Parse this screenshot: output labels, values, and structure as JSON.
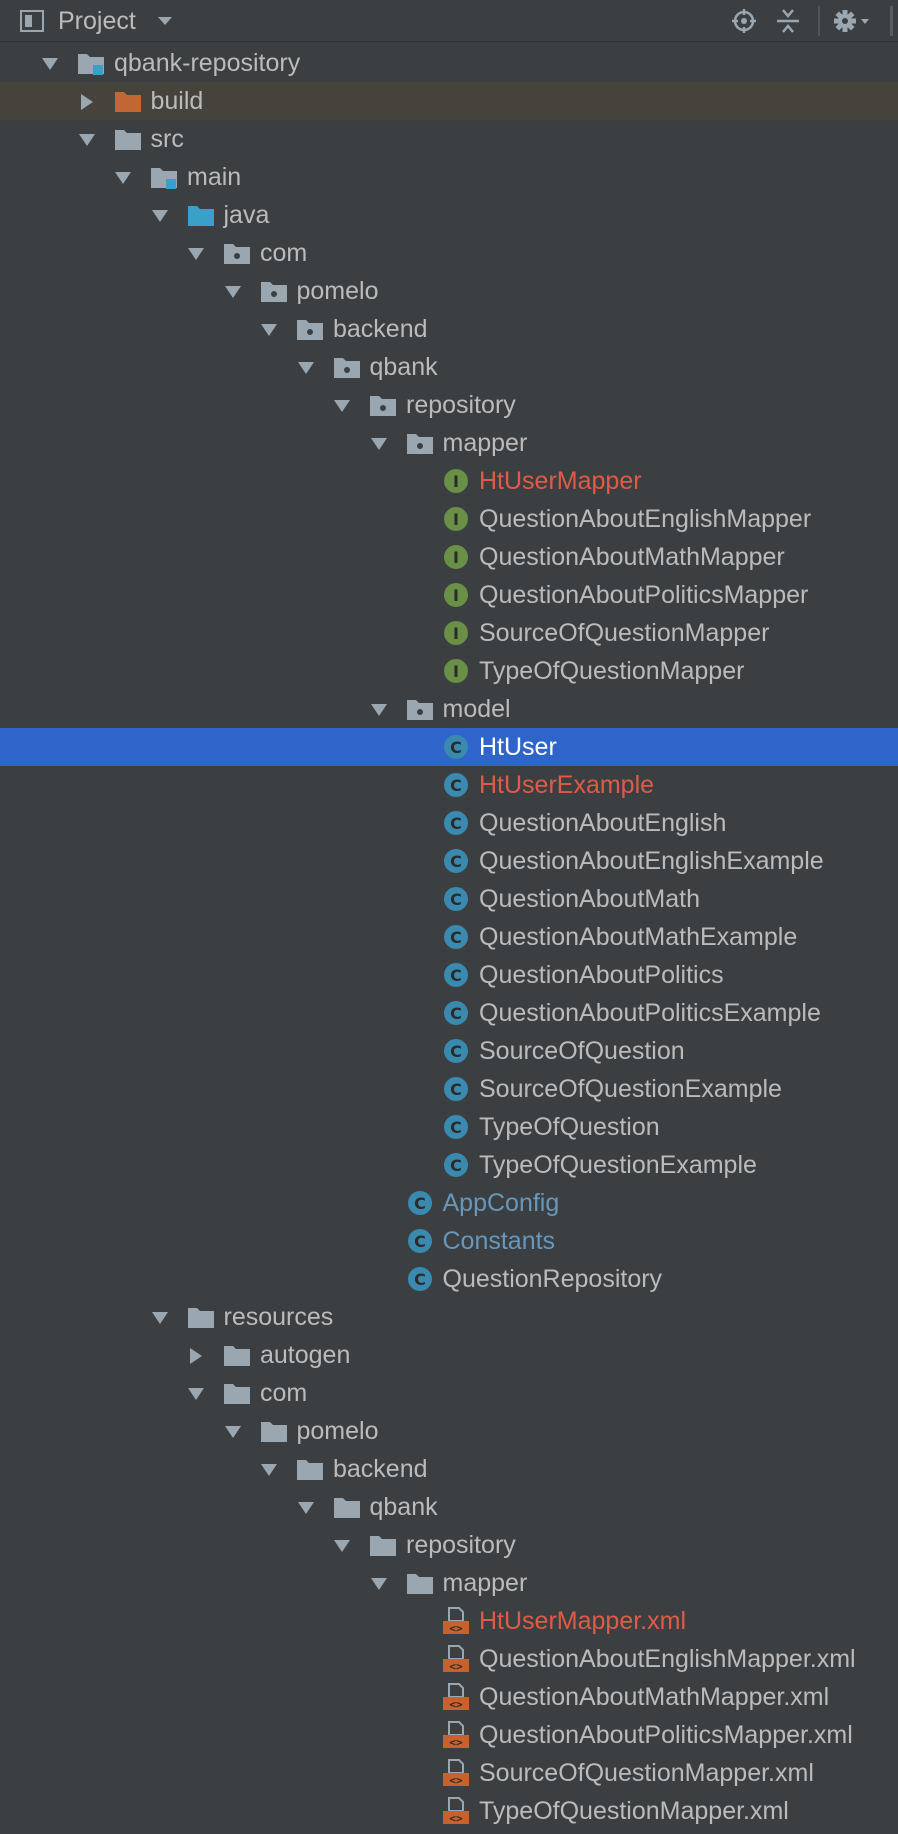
{
  "toolbar": {
    "title": "Project",
    "icons": [
      "project-view-icon",
      "dropdown-arrow-icon",
      "locate-target-icon",
      "collapse-all-icon",
      "gear-icon"
    ]
  },
  "colors": {
    "background": "#3c3f41",
    "selection": "#2f65ca",
    "build_highlight": "#45433c",
    "text_default": "#bbbbbb",
    "text_modified": "#e05b47",
    "text_new": "#6897bb",
    "interface_icon": "#6a8f46",
    "class_icon": "#3a8ab0",
    "build_folder": "#c16634",
    "source_folder": "#3aa0c8",
    "xml_icon": "#c8612d"
  },
  "tree": [
    {
      "label": "qbank-repository",
      "depth": 0,
      "arrow": "down",
      "icon": "module-folder",
      "color": "default"
    },
    {
      "label": "build",
      "depth": 1,
      "arrow": "right",
      "icon": "build-folder",
      "color": "default",
      "highlight": true
    },
    {
      "label": "src",
      "depth": 1,
      "arrow": "down",
      "icon": "folder",
      "color": "default"
    },
    {
      "label": "main",
      "depth": 2,
      "arrow": "down",
      "icon": "module-folder",
      "color": "default"
    },
    {
      "label": "java",
      "depth": 3,
      "arrow": "down",
      "icon": "source-folder",
      "color": "default"
    },
    {
      "label": "com",
      "depth": 4,
      "arrow": "down",
      "icon": "package",
      "color": "default"
    },
    {
      "label": "pomelo",
      "depth": 5,
      "arrow": "down",
      "icon": "package",
      "color": "default"
    },
    {
      "label": "backend",
      "depth": 6,
      "arrow": "down",
      "icon": "package",
      "color": "default"
    },
    {
      "label": "qbank",
      "depth": 7,
      "arrow": "down",
      "icon": "package",
      "color": "default"
    },
    {
      "label": "repository",
      "depth": 8,
      "arrow": "down",
      "icon": "package",
      "color": "default"
    },
    {
      "label": "mapper",
      "depth": 9,
      "arrow": "down",
      "icon": "package",
      "color": "default"
    },
    {
      "label": "HtUserMapper",
      "depth": 10,
      "arrow": "none",
      "icon": "interface",
      "color": "red"
    },
    {
      "label": "QuestionAboutEnglishMapper",
      "depth": 10,
      "arrow": "none",
      "icon": "interface",
      "color": "default"
    },
    {
      "label": "QuestionAboutMathMapper",
      "depth": 10,
      "arrow": "none",
      "icon": "interface",
      "color": "default"
    },
    {
      "label": "QuestionAboutPoliticsMapper",
      "depth": 10,
      "arrow": "none",
      "icon": "interface",
      "color": "default"
    },
    {
      "label": "SourceOfQuestionMapper",
      "depth": 10,
      "arrow": "none",
      "icon": "interface",
      "color": "default"
    },
    {
      "label": "TypeOfQuestionMapper",
      "depth": 10,
      "arrow": "none",
      "icon": "interface",
      "color": "default"
    },
    {
      "label": "model",
      "depth": 9,
      "arrow": "down",
      "icon": "package",
      "color": "default"
    },
    {
      "label": "HtUser",
      "depth": 10,
      "arrow": "none",
      "icon": "class",
      "color": "default",
      "selected": true
    },
    {
      "label": "HtUserExample",
      "depth": 10,
      "arrow": "none",
      "icon": "class",
      "color": "red"
    },
    {
      "label": "QuestionAboutEnglish",
      "depth": 10,
      "arrow": "none",
      "icon": "class",
      "color": "default"
    },
    {
      "label": "QuestionAboutEnglishExample",
      "depth": 10,
      "arrow": "none",
      "icon": "class",
      "color": "default"
    },
    {
      "label": "QuestionAboutMath",
      "depth": 10,
      "arrow": "none",
      "icon": "class",
      "color": "default"
    },
    {
      "label": "QuestionAboutMathExample",
      "depth": 10,
      "arrow": "none",
      "icon": "class",
      "color": "default"
    },
    {
      "label": "QuestionAboutPolitics",
      "depth": 10,
      "arrow": "none",
      "icon": "class",
      "color": "default"
    },
    {
      "label": "QuestionAboutPoliticsExample",
      "depth": 10,
      "arrow": "none",
      "icon": "class",
      "color": "default"
    },
    {
      "label": "SourceOfQuestion",
      "depth": 10,
      "arrow": "none",
      "icon": "class",
      "color": "default"
    },
    {
      "label": "SourceOfQuestionExample",
      "depth": 10,
      "arrow": "none",
      "icon": "class",
      "color": "default"
    },
    {
      "label": "TypeOfQuestion",
      "depth": 10,
      "arrow": "none",
      "icon": "class",
      "color": "default"
    },
    {
      "label": "TypeOfQuestionExample",
      "depth": 10,
      "arrow": "none",
      "icon": "class",
      "color": "default"
    },
    {
      "label": "AppConfig",
      "depth": 9,
      "arrow": "none",
      "icon": "class",
      "color": "blue"
    },
    {
      "label": "Constants",
      "depth": 9,
      "arrow": "none",
      "icon": "class",
      "color": "blue"
    },
    {
      "label": "QuestionRepository",
      "depth": 9,
      "arrow": "none",
      "icon": "class",
      "color": "default"
    },
    {
      "label": "resources",
      "depth": 3,
      "arrow": "down",
      "icon": "folder",
      "color": "default"
    },
    {
      "label": "autogen",
      "depth": 4,
      "arrow": "right",
      "icon": "folder",
      "color": "default"
    },
    {
      "label": "com",
      "depth": 4,
      "arrow": "down",
      "icon": "folder",
      "color": "default"
    },
    {
      "label": "pomelo",
      "depth": 5,
      "arrow": "down",
      "icon": "folder",
      "color": "default"
    },
    {
      "label": "backend",
      "depth": 6,
      "arrow": "down",
      "icon": "folder",
      "color": "default"
    },
    {
      "label": "qbank",
      "depth": 7,
      "arrow": "down",
      "icon": "folder",
      "color": "default"
    },
    {
      "label": "repository",
      "depth": 8,
      "arrow": "down",
      "icon": "folder",
      "color": "default"
    },
    {
      "label": "mapper",
      "depth": 9,
      "arrow": "down",
      "icon": "folder",
      "color": "default"
    },
    {
      "label": "HtUserMapper.xml",
      "depth": 10,
      "arrow": "none",
      "icon": "xml",
      "color": "red"
    },
    {
      "label": "QuestionAboutEnglishMapper.xml",
      "depth": 10,
      "arrow": "none",
      "icon": "xml",
      "color": "default"
    },
    {
      "label": "QuestionAboutMathMapper.xml",
      "depth": 10,
      "arrow": "none",
      "icon": "xml",
      "color": "default"
    },
    {
      "label": "QuestionAboutPoliticsMapper.xml",
      "depth": 10,
      "arrow": "none",
      "icon": "xml",
      "color": "default"
    },
    {
      "label": "SourceOfQuestionMapper.xml",
      "depth": 10,
      "arrow": "none",
      "icon": "xml",
      "color": "default"
    },
    {
      "label": "TypeOfQuestionMapper.xml",
      "depth": 10,
      "arrow": "none",
      "icon": "xml",
      "color": "default"
    }
  ]
}
